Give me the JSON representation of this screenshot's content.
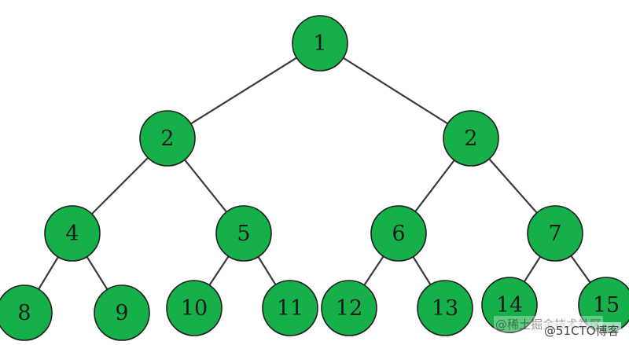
{
  "diagram": {
    "colors": {
      "node_fill": "#16b04a",
      "node_stroke": "#1f1f1f",
      "edge": "#3a3a3a",
      "label": "#1a1a1a"
    },
    "nodes": [
      {
        "id": "n1",
        "label": "1"
      },
      {
        "id": "n2",
        "label": "2"
      },
      {
        "id": "n3",
        "label": "2"
      },
      {
        "id": "n4",
        "label": "4"
      },
      {
        "id": "n5",
        "label": "5"
      },
      {
        "id": "n6",
        "label": "6"
      },
      {
        "id": "n7",
        "label": "7"
      },
      {
        "id": "n8",
        "label": "8"
      },
      {
        "id": "n9",
        "label": "9"
      },
      {
        "id": "n10",
        "label": "10"
      },
      {
        "id": "n11",
        "label": "11"
      },
      {
        "id": "n12",
        "label": "12"
      },
      {
        "id": "n13",
        "label": "13"
      },
      {
        "id": "n14",
        "label": "14"
      },
      {
        "id": "n15",
        "label": "15"
      }
    ],
    "edges": [
      [
        "n1",
        "n2"
      ],
      [
        "n1",
        "n3"
      ],
      [
        "n2",
        "n4"
      ],
      [
        "n2",
        "n5"
      ],
      [
        "n3",
        "n6"
      ],
      [
        "n3",
        "n7"
      ],
      [
        "n4",
        "n8"
      ],
      [
        "n4",
        "n9"
      ],
      [
        "n5",
        "n10"
      ],
      [
        "n5",
        "n11"
      ],
      [
        "n6",
        "n12"
      ],
      [
        "n6",
        "n13"
      ],
      [
        "n7",
        "n14"
      ],
      [
        "n7",
        "n15"
      ]
    ]
  },
  "watermarks": {
    "primary": "@稀土掘金技术社区",
    "secondary": "@51CTO博客"
  }
}
